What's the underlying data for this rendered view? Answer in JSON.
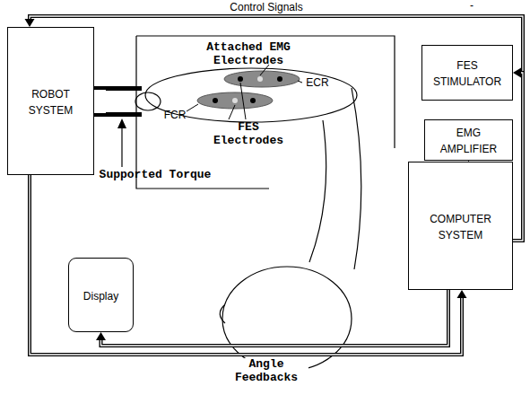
{
  "diagram": {
    "nodes": [
      {
        "text": [
          "ROBOT SYSTEM"
        ]
      },
      {
        "text": [
          "FES STIMULATOR"
        ]
      },
      {
        "text": [
          "EMG AMPLIFIER"
        ]
      },
      {
        "text": [
          "COMPUTER SYSTEM"
        ]
      },
      {
        "text": [
          "Display"
        ]
      }
    ],
    "edges": [
      {
        "from": 3,
        "to": 0,
        "arrow": "to",
        "label": "Control Signals"
      },
      {
        "from": 3,
        "to": 1,
        "arrow": "to"
      },
      {
        "from": 2,
        "to": 3,
        "arrow": "to"
      },
      {
        "from": 0,
        "to": 3,
        "arrow": "to",
        "label": "Angle Feedbacks"
      },
      {
        "from": 3,
        "to": 4,
        "arrow": "to"
      }
    ],
    "labels": [
      "-",
      "Attached EMG Electrodes",
      "ECR",
      "FCR",
      "FES Electrodes",
      "Supported Torque"
    ]
  }
}
